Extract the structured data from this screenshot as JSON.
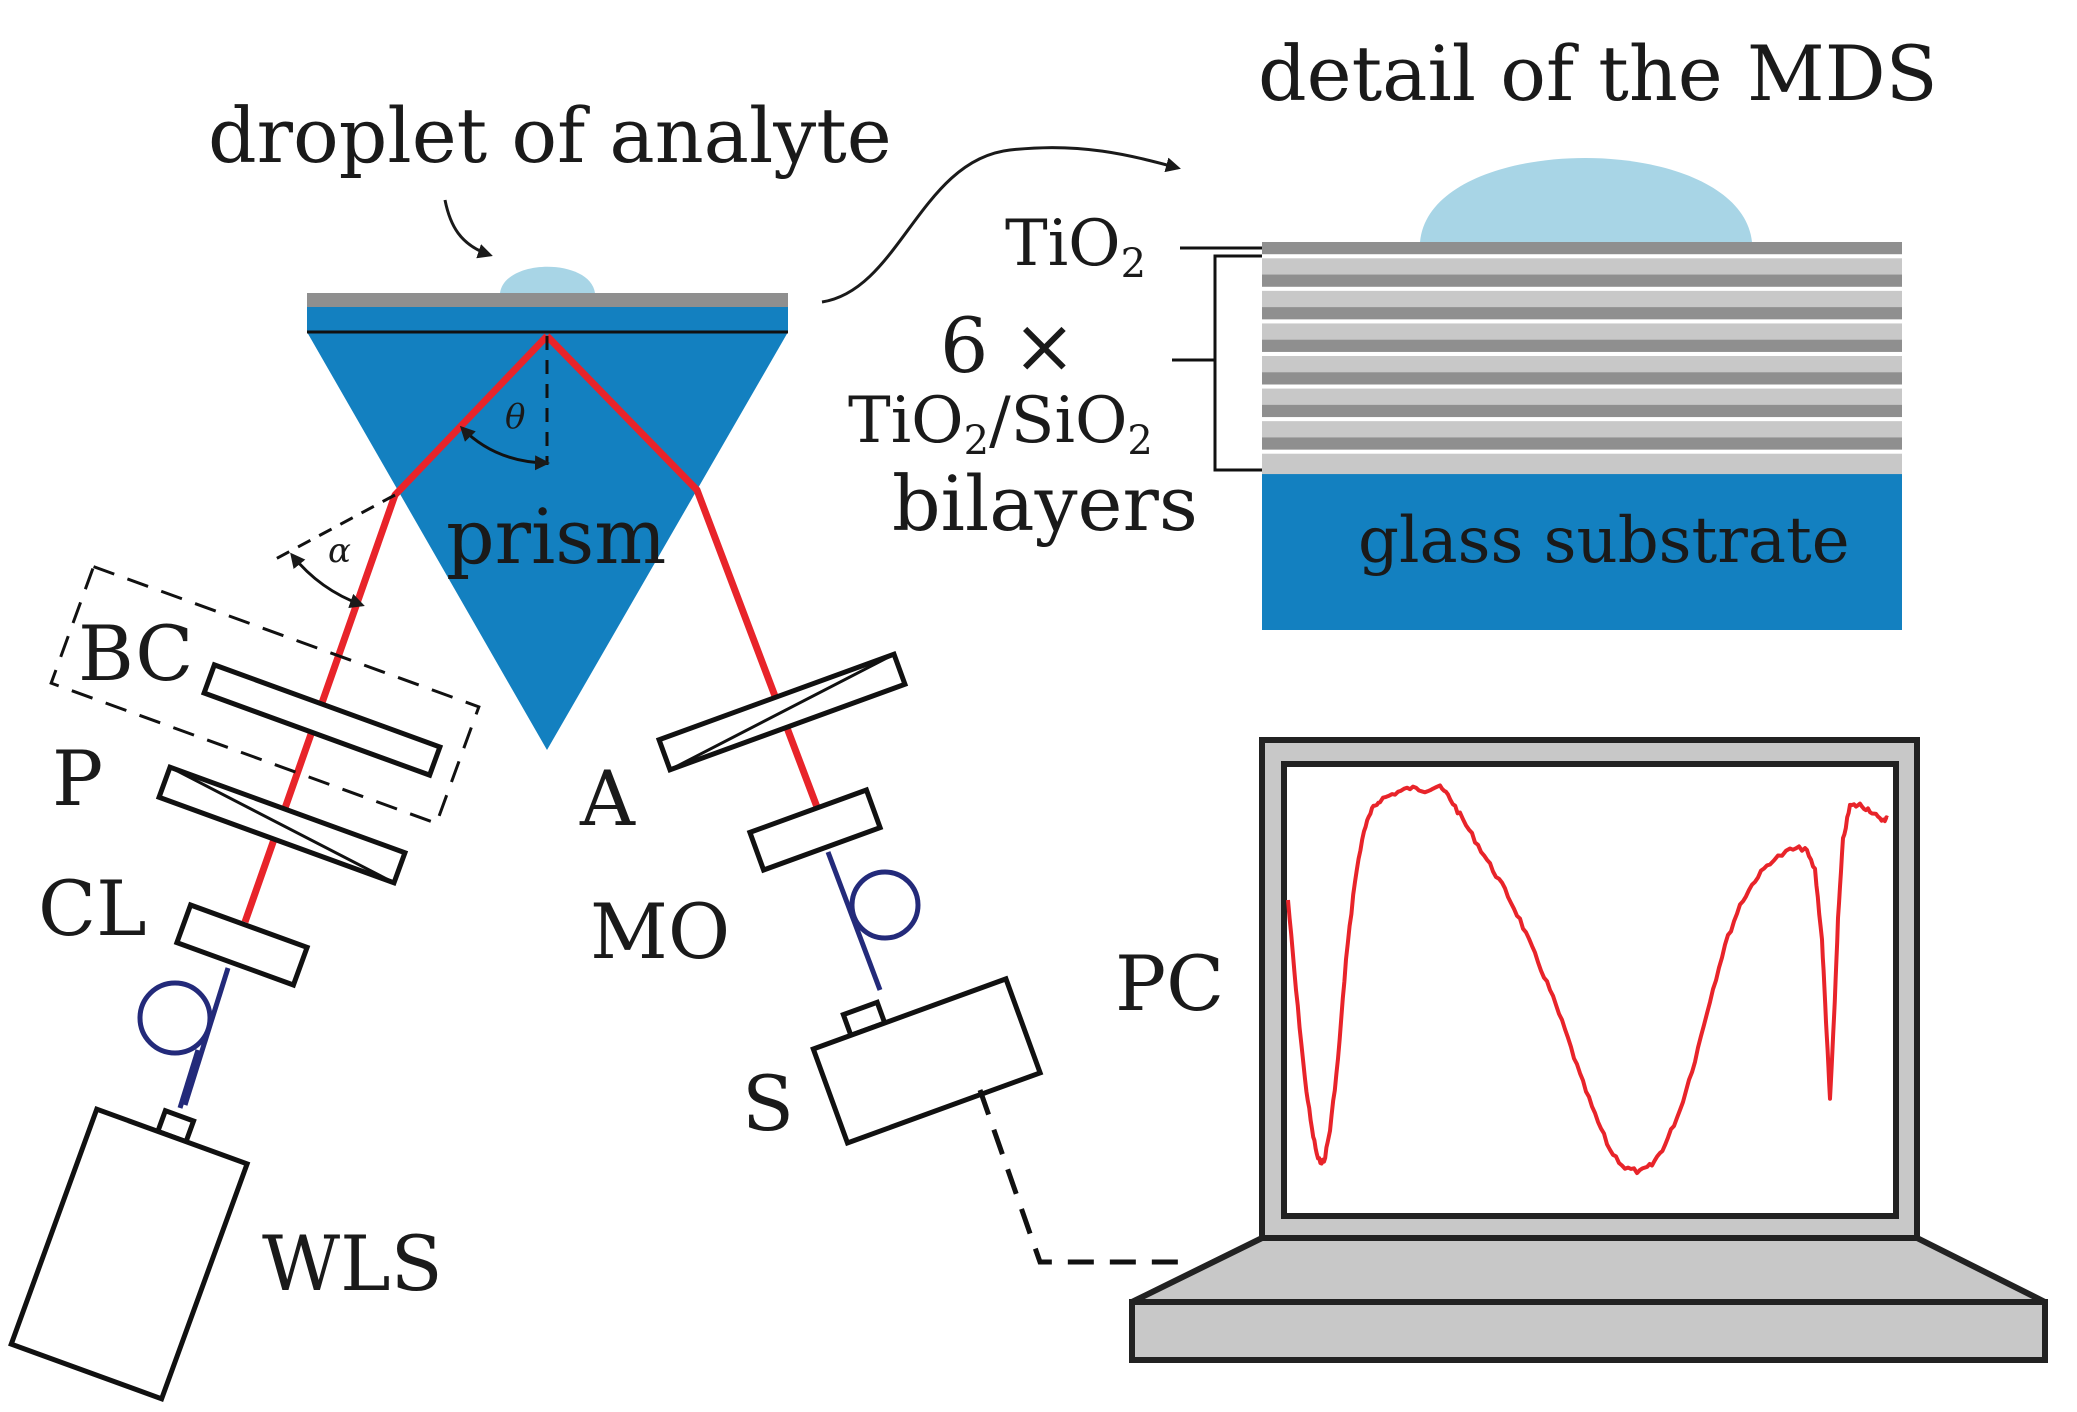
{
  "labels": {
    "droplet": "droplet of analyte",
    "prism": "prism",
    "theta": "θ",
    "alpha": "α",
    "bc": "BC",
    "p": "P",
    "cl": "CL",
    "wls": "WLS",
    "a": "A",
    "mo": "MO",
    "s": "S",
    "pc": "PC"
  },
  "detail": {
    "title": "detail of the MDS",
    "tio2_base": "TiO",
    "tio2_sub": "2",
    "count": "6 ×",
    "bilayer_part1": "TiO",
    "bilayer_sub1": "2",
    "bilayer_part2": "/SiO",
    "bilayer_sub2": "2",
    "bilayers": "bilayers",
    "substrate": "glass substrate"
  },
  "colors": {
    "prism_blue": "#1380c0",
    "droplet": "#a8d5e6",
    "beam_red": "#e8242a",
    "fiber_navy": "#232a7a",
    "layer_dark": "#8f8f8f",
    "layer_light": "#c8c8c8",
    "spectrum_red": "#e8242a",
    "laptop_gray": "#c8c8c8"
  },
  "icons": {
    "wls": "white-light-source-box",
    "spectrometer": "spectrometer-box",
    "pc": "laptop-icon"
  }
}
